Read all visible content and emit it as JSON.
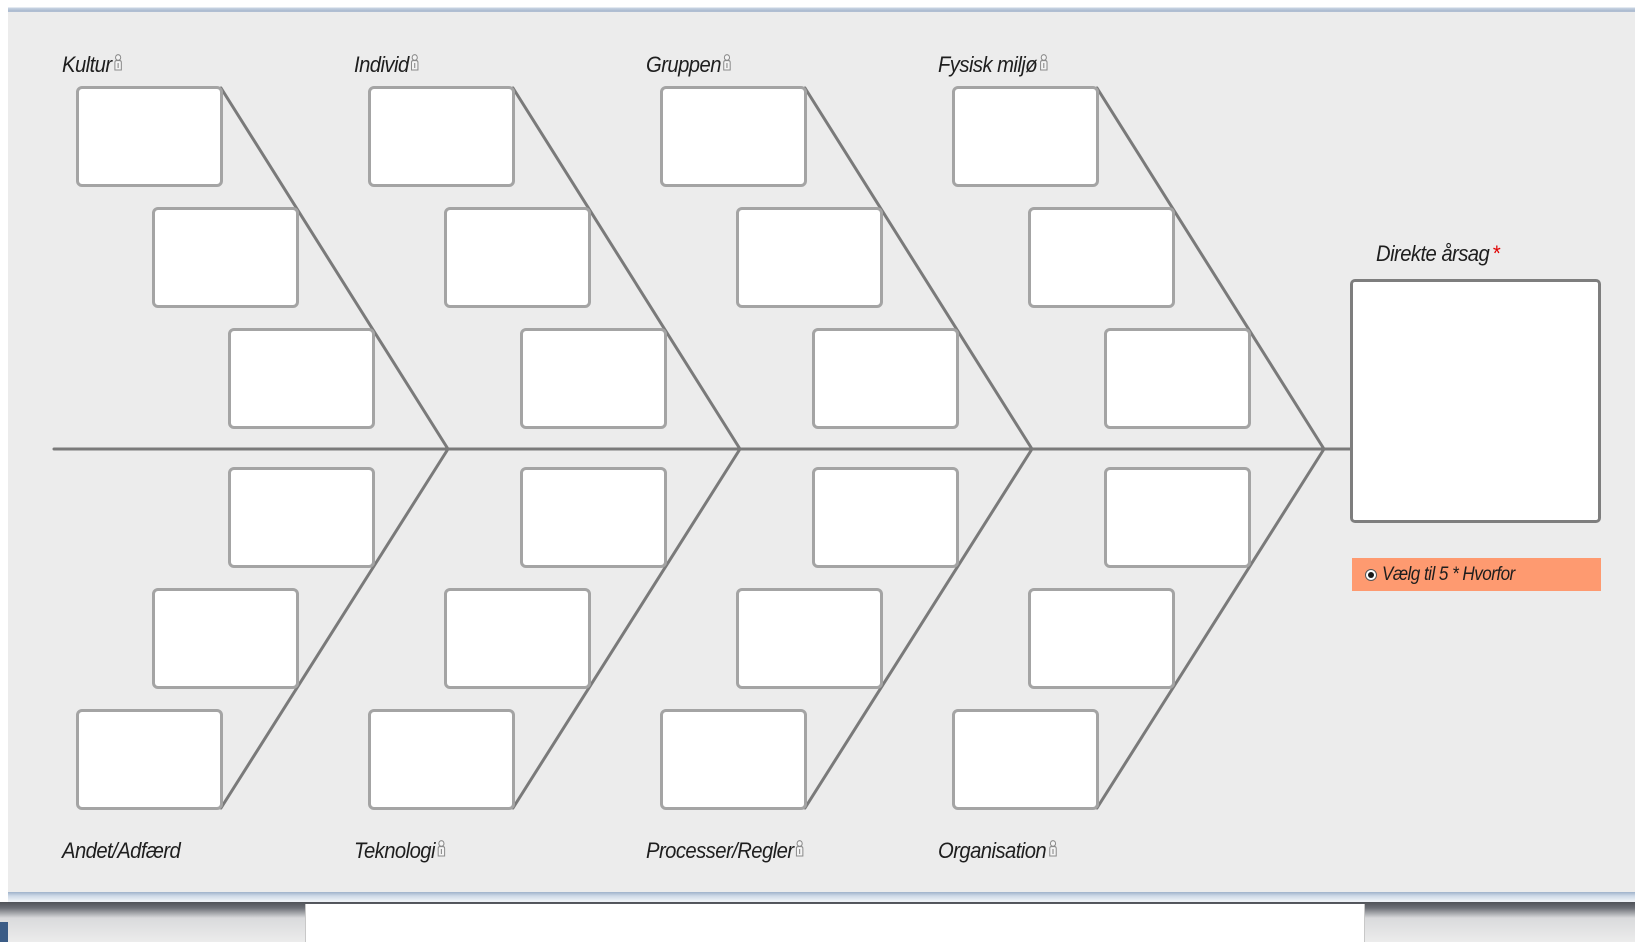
{
  "categories_top": [
    {
      "label": "Kultur",
      "info_icon": "info-icon"
    },
    {
      "label": "Individ",
      "info_icon": "info-icon"
    },
    {
      "label": "Gruppen",
      "info_icon": "info-icon"
    },
    {
      "label": "Fysisk miljø",
      "info_icon": "info-icon"
    }
  ],
  "categories_bottom": [
    {
      "label": "Andet/Adfærd",
      "info_icon": null
    },
    {
      "label": "Teknologi",
      "info_icon": "info-icon"
    },
    {
      "label": "Processer/Regler",
      "info_icon": "info-icon"
    },
    {
      "label": "Organisation",
      "info_icon": "info-icon"
    }
  ],
  "cause_box_values": [
    [
      "",
      "",
      "",
      "",
      "",
      ""
    ],
    [
      "",
      "",
      "",
      "",
      "",
      ""
    ],
    [
      "",
      "",
      "",
      "",
      "",
      ""
    ],
    [
      "",
      "",
      "",
      "",
      "",
      ""
    ]
  ],
  "direct_cause": {
    "label": "Direkte årsag",
    "required_marker": "*",
    "value": ""
  },
  "why_option": {
    "label": "Vælg til 5 * Hvorfor",
    "selected": true
  },
  "colors": {
    "panel_background": "#ececec",
    "bone_line": "#7a7a7a",
    "box_border": "#a4a4a4",
    "why_highlight": "#fe9a70",
    "required_marker": "#e00000"
  }
}
